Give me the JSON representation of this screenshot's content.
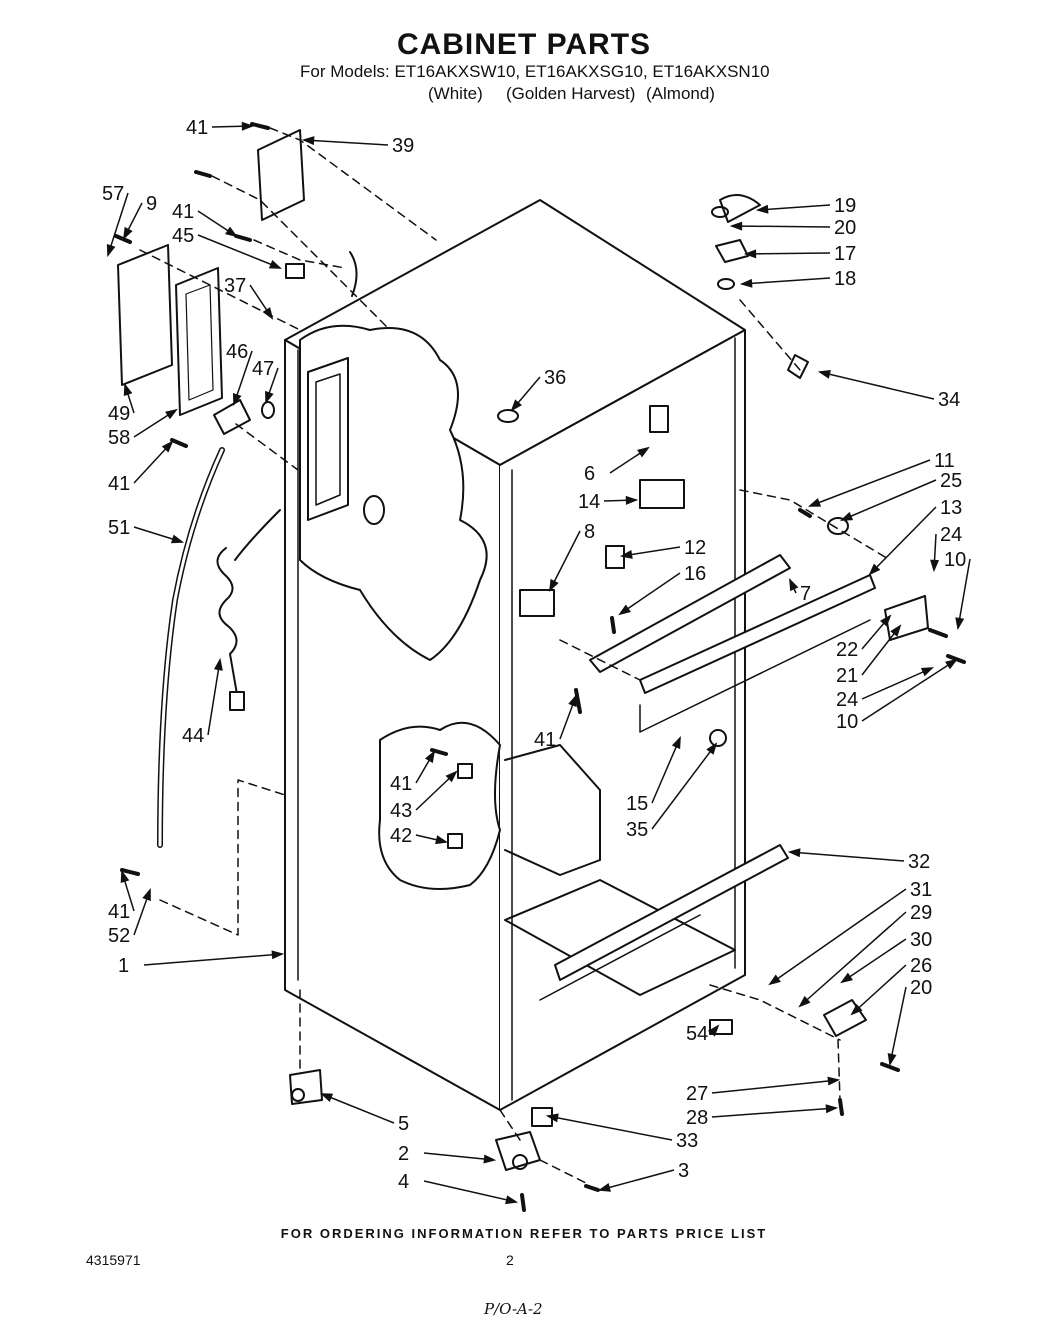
{
  "header": {
    "title": "CABINET PARTS",
    "models_line": "For Models:  ET16AKXSW10, ET16AKXSG10, ET16AKXSN10",
    "colors": [
      "(White)",
      "(Golden Harvest)",
      "(Almond)"
    ]
  },
  "part_labels": [
    "41",
    "39",
    "57",
    "9",
    "41",
    "45",
    "37",
    "46",
    "47",
    "49",
    "58",
    "41",
    "51",
    "44",
    "36",
    "19",
    "20",
    "17",
    "18",
    "34",
    "6",
    "11",
    "25",
    "14",
    "13",
    "24",
    "10",
    "8",
    "12",
    "16",
    "7",
    "22",
    "21",
    "24",
    "10",
    "41",
    "41",
    "43",
    "42",
    "15",
    "35",
    "32",
    "41",
    "52",
    "1",
    "31",
    "29",
    "30",
    "26",
    "20",
    "54",
    "27",
    "28",
    "5",
    "33",
    "2",
    "3",
    "4"
  ],
  "footer": {
    "ordering_note": "FOR ORDERING INFORMATION REFER TO PARTS PRICE LIST",
    "doc_number": "4315971",
    "page_number": "2",
    "handwritten_note": "P/O-A-2"
  }
}
